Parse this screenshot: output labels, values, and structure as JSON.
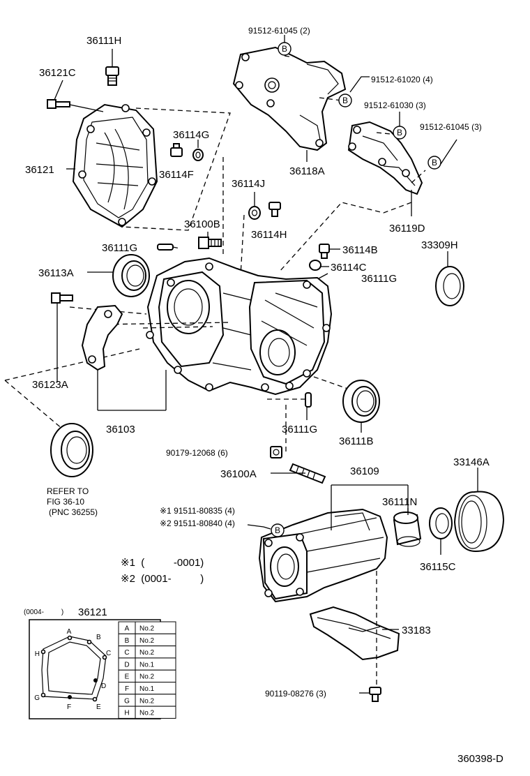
{
  "parts": {
    "p36111H": "36111H",
    "p36121C": "36121C",
    "p36121": "36121",
    "p36114G": "36114G",
    "p36114F": "36114F",
    "p91512_61045_2": "91512-61045 (2)",
    "p91512_61020_4": "91512-61020 (4)",
    "p91512_61030_3": "91512-61030 (3)",
    "p91512_61045_3": "91512-61045 (3)",
    "p36118A": "36118A",
    "p36119D": "36119D",
    "p36114J": "36114J",
    "p36100B": "36100B",
    "p36114H": "36114H",
    "p36111G_a": "36111G",
    "p36113A": "36113A",
    "p36114B": "36114B",
    "p36114C": "36114C",
    "p36111G_b": "36111G",
    "p33309H": "33309H",
    "p36123A": "36123A",
    "p36103": "36103",
    "p36111G_c": "36111G",
    "p36111B": "36111B",
    "p90179_12068_6": "90179-12068 (6)",
    "p36100A": "36100A",
    "p36109": "36109",
    "p33146A": "33146A",
    "p36111N": "36111N",
    "p36115C": "36115C",
    "p33183": "33183",
    "p90119_08276_3": "90119-08276 (3)"
  },
  "bolt_marker": "B",
  "refer": {
    "line1": "REFER TO",
    "line2": "FIG 36-10",
    "line3": "(PNC 36255)"
  },
  "variants": {
    "v1_part": "※1 91511-80835 (4)",
    "v2_part": "※2 91511-80840 (4)",
    "v1_range": "※1  (          -0001)",
    "v2_range": "※2  (0001-          )"
  },
  "inset": {
    "date": "(0004-         )",
    "part": "36121",
    "points": [
      "A",
      "B",
      "C",
      "D",
      "E",
      "F",
      "G",
      "H"
    ],
    "table": [
      {
        "pt": "A",
        "val": "No.2"
      },
      {
        "pt": "B",
        "val": "No.2"
      },
      {
        "pt": "C",
        "val": "No.2"
      },
      {
        "pt": "D",
        "val": "No.1"
      },
      {
        "pt": "E",
        "val": "No.2"
      },
      {
        "pt": "F",
        "val": "No.1"
      },
      {
        "pt": "G",
        "val": "No.2"
      },
      {
        "pt": "H",
        "val": "No.2"
      }
    ]
  },
  "figure_code": "360398-D"
}
